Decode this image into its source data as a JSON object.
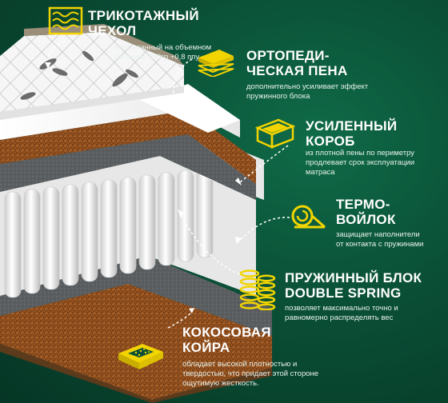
{
  "colors": {
    "background": "#0a4f36",
    "accent": "#f2d400",
    "text": "#ffffff"
  },
  "features": [
    {
      "id": "cover",
      "icon": "knit-fabric-icon",
      "title_line1": "ТРИКОТАЖНЫЙ",
      "title_line2": "ЧЕХОЛ",
      "desc_line1": "простеганный на объемном",
      "desc_line2": "холлконе 250гр +0,8 ппу"
    },
    {
      "id": "foam",
      "icon": "foam-layers-icon",
      "title_line1": "ОРТОПЕДИ-",
      "title_line2": "ЧЕСКАЯ ПЕНА",
      "desc_line1": "дополнительно усиливает эффект",
      "desc_line2": "пружинного блока"
    },
    {
      "id": "box",
      "icon": "reinforced-box-icon",
      "title_line1": "УСИЛЕННЫЙ",
      "title_line2": "КОРОБ",
      "desc_line1": "из плотной пены по периметру",
      "desc_line2": "продлевает срок эксплуатации",
      "desc_line3": "матраса"
    },
    {
      "id": "felt",
      "icon": "felt-roll-icon",
      "title_line1": "ТЕРМО-",
      "title_line2": "ВОЙЛОК",
      "desc_line1": "защищает наполнители",
      "desc_line2": "от контакта с пружинами"
    },
    {
      "id": "spring",
      "icon": "double-spring-icon",
      "title_line1": "ПРУЖИННЫЙ БЛОК",
      "title_line2": "DOUBLE SPRING",
      "desc_line1": "позволяет максимально точно и",
      "desc_line2": "равномерно распределять вес"
    },
    {
      "id": "coir",
      "icon": "coconut-coir-icon",
      "title_line1": "КОКОСОВАЯ",
      "title_line2": "КОЙРА",
      "desc_line1": "обладает высокой плотностью и",
      "desc_line2": "твердостью, что придает этой стороне",
      "desc_line3": "ощутимую жесткость."
    }
  ]
}
